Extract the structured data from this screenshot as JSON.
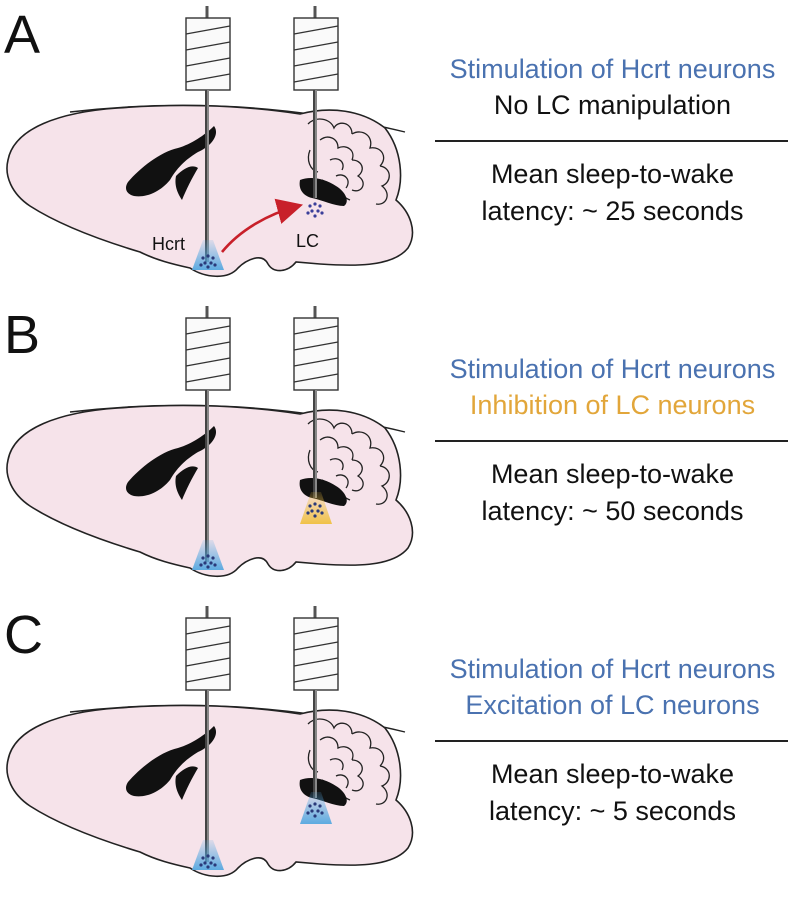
{
  "colors": {
    "blue_text": "#4a72b0",
    "orange_text": "#e2a63a",
    "black_text": "#111111",
    "brain_fill": "#f6e3ea",
    "arrow_red": "#c8202a",
    "blue_light": "#55a8e0",
    "yellow_light": "#f0c040"
  },
  "panels": [
    {
      "letter": "A",
      "line1": "Stimulation of Hcrt neurons",
      "line1_color": "#4a72b0",
      "line2": "No LC manipulation",
      "line2_color": "#111111",
      "result_line1": "Mean sleep-to-wake",
      "result_line2": "latency: ~ 25 seconds",
      "hcrt_label": "Hcrt",
      "lc_label": "LC",
      "lc_light": "none"
    },
    {
      "letter": "B",
      "line1": "Stimulation of Hcrt neurons",
      "line1_color": "#4a72b0",
      "line2": "Inhibition of LC neurons",
      "line2_color": "#e2a63a",
      "result_line1": "Mean sleep-to-wake",
      "result_line2": "latency: ~ 50 seconds",
      "lc_light": "yellow"
    },
    {
      "letter": "C",
      "line1": "Stimulation of Hcrt neurons",
      "line1_color": "#4a72b0",
      "line2": "Excitation of LC neurons",
      "line2_color": "#4a72b0",
      "result_line1": "Mean sleep-to-wake",
      "result_line2": "latency: ~ 5 seconds",
      "lc_light": "blue"
    }
  ]
}
